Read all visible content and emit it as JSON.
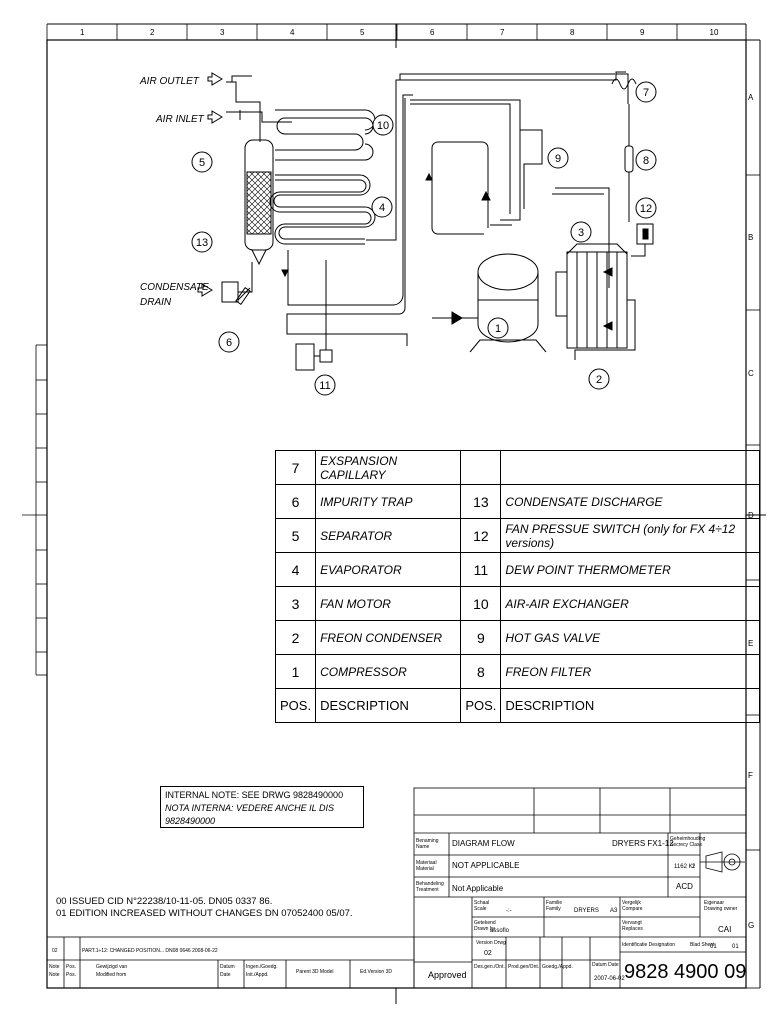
{
  "grid": {
    "columns": [
      "1",
      "2",
      "3",
      "4",
      "5",
      "6",
      "7",
      "8",
      "9",
      "10"
    ],
    "rows": [
      "A",
      "B",
      "C",
      "D",
      "E",
      "F",
      "G"
    ]
  },
  "labels": {
    "air_outlet": "AIR OUTLET",
    "air_inlet": "AIR INLET",
    "condensate": "CONDENSATE",
    "drain": "DRAIN"
  },
  "callouts": [
    "1",
    "2",
    "3",
    "4",
    "5",
    "6",
    "7",
    "8",
    "9",
    "10",
    "11",
    "12",
    "13"
  ],
  "parts_left": [
    {
      "pos": "7",
      "desc": "EXSPANSION CAPILLARY"
    },
    {
      "pos": "6",
      "desc": "IMPURITY TRAP"
    },
    {
      "pos": "5",
      "desc": "SEPARATOR"
    },
    {
      "pos": "4",
      "desc": "EVAPORATOR"
    },
    {
      "pos": "3",
      "desc": "FAN MOTOR"
    },
    {
      "pos": "2",
      "desc": "FREON CONDENSER"
    },
    {
      "pos": "1",
      "desc": "COMPRESSOR"
    }
  ],
  "parts_right": [
    {
      "pos": "",
      "desc": ""
    },
    {
      "pos": "13",
      "desc": "CONDENSATE DISCHARGE"
    },
    {
      "pos": "12",
      "desc": "FAN PRESSUE SWITCH (only for FX 4÷12 versions)"
    },
    {
      "pos": "11",
      "desc": "DEW POINT THERMOMETER"
    },
    {
      "pos": "10",
      "desc": "AIR-AIR  EXCHANGER"
    },
    {
      "pos": "9",
      "desc": "HOT GAS VALVE"
    },
    {
      "pos": "8",
      "desc": "FREON FILTER"
    }
  ],
  "table_header": {
    "pos": "POS.",
    "desc": "DESCRIPTION"
  },
  "internal_note": {
    "line1": "INTERNAL NOTE: SEE DRWG 9828490000",
    "line2": "NOTA INTERNA: VEDERE ANCHE IL DIS 9828490000"
  },
  "history": {
    "line1": "00  ISSUED CID N°22238/10-11-05. DN05 0337 86.",
    "line2": "01  EDITION INCREASED WITHOUT CHANGES DN 07052400 05/07."
  },
  "revision_row": {
    "rev": "02",
    "text": "PART.1÷12: CHANGED POSITION... DN08 0646 2008-06-22"
  },
  "title_block": {
    "benaming": "Benaming\nName",
    "name": "DIAGRAM FLOW",
    "product": "DRYERS FX1-12",
    "security": "Geheimhouding\nSecrecy Class",
    "material_label": "Materiaal\nMaterial",
    "material": "NOT APPLICABLE",
    "code": "1162 K/",
    "code_suffix": "2",
    "treatment_label": "Behandeling\nTreatment",
    "treatment": "Not Applicable",
    "acd": "ACD",
    "family_label": "Familie\nFamily",
    "family": "DRYERS",
    "size": "A3",
    "scale_label": "Schaal\nScale",
    "scale": "-:-",
    "company_label": "Vergelijk\nCompare",
    "owner_label": "Eigenaar\nDrawing owner",
    "owner": "CAI",
    "drawn_label": "Getekend\nDrawn by",
    "drawn": "assoflo",
    "version_label": "Version Drwg",
    "version": "02",
    "replaces_label": "Vervangt\nReplaces",
    "ident_label": "Identificatie Designation",
    "sheet_label": "Blad Sheet",
    "sheet": "01",
    "sheets": "01",
    "approved": "Approved",
    "date_label": "Datum Date",
    "date": "2007-06-02",
    "number": "9828 4900 09",
    "col_note": "Note\nNote",
    "col_pos": "Pos.\nPos.",
    "col_mod": "Gewijzigd van\nModified from",
    "col_date": "Datum\nDate",
    "col_eng": "Ingen./Goedg.\nInit./Appd.",
    "col_parent": "Parent 3D Model",
    "col_ed": "Ed.Version 3D",
    "prod_label": "Des.gen./Ont.",
    "prod2": "Prod.gen/Ont.",
    "goedg": "Goedg./Appd."
  }
}
